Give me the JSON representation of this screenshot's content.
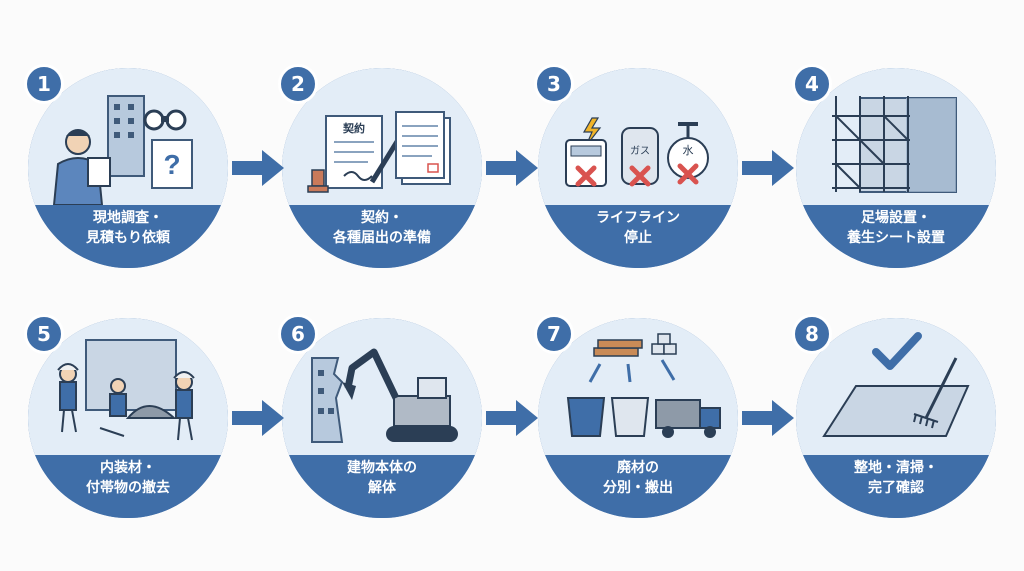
{
  "colors": {
    "primary": "#3f6ea8",
    "light": "#e3edf7",
    "cross": "#d9534f"
  },
  "steps": [
    {
      "number": "1",
      "label": "現地調査・\n見積もり依頼",
      "icon": "survey-icon"
    },
    {
      "number": "2",
      "label": "契約・\n各種届出の準備",
      "icon": "contract-icon",
      "doc_text": "契約"
    },
    {
      "number": "3",
      "label": "ライフライン\n停止",
      "icon": "utility-stop-icon",
      "gas_text": "ガス",
      "water_text": "水"
    },
    {
      "number": "4",
      "label": "足場設置・\n養生シート設置",
      "icon": "scaffold-icon"
    },
    {
      "number": "5",
      "label": "内装材・\n付帯物の撤去",
      "icon": "interior-removal-icon"
    },
    {
      "number": "6",
      "label": "建物本体の\n解体",
      "icon": "excavator-icon"
    },
    {
      "number": "7",
      "label": "廃材の\n分別・搬出",
      "icon": "waste-sorting-icon"
    },
    {
      "number": "8",
      "label": "整地・清掃・\n完了確認",
      "icon": "site-clear-icon"
    }
  ]
}
